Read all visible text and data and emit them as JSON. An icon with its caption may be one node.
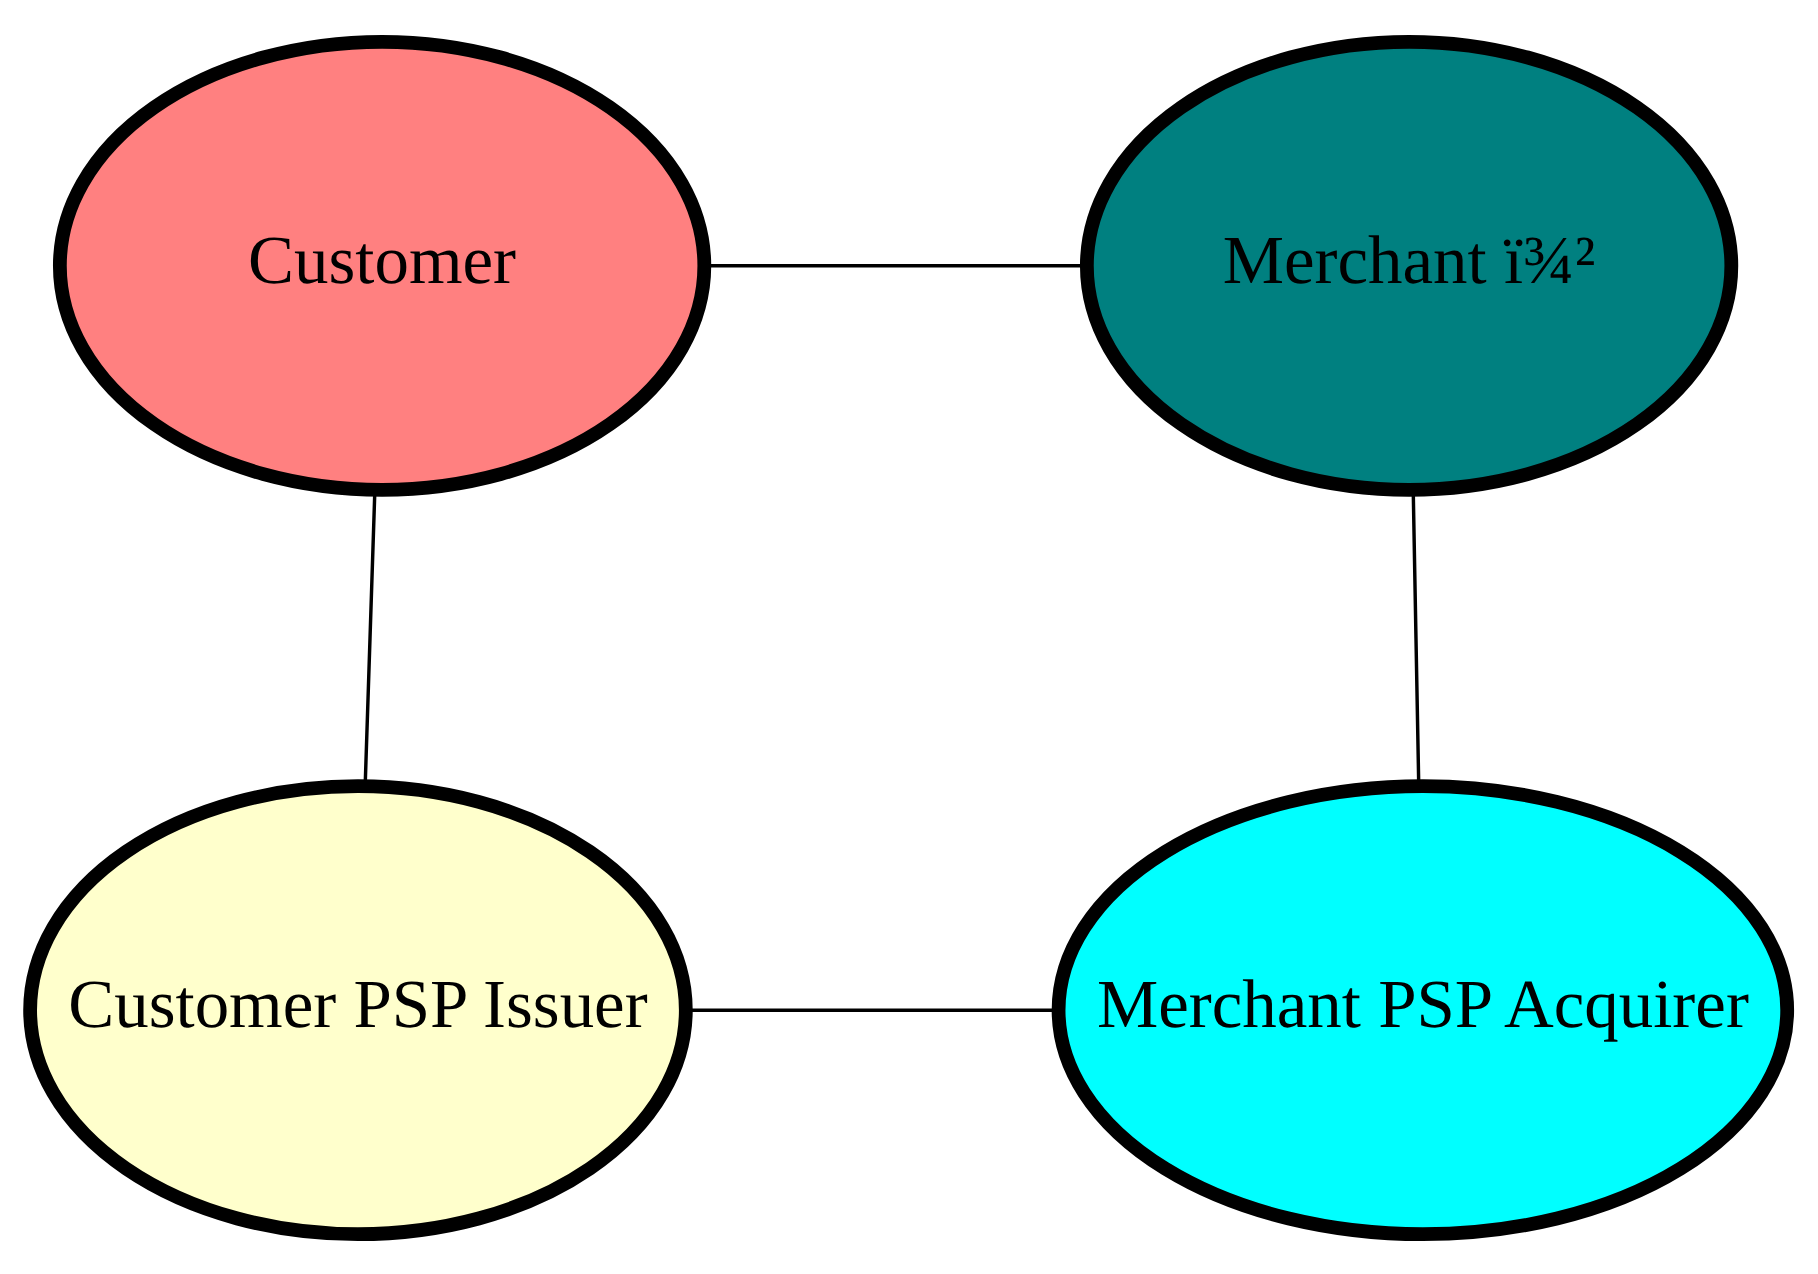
{
  "diagram": {
    "nodes": [
      {
        "text": [
          "Customer"
        ]
      },
      {
        "text": [
          "Merchant ï¾²"
        ]
      },
      {
        "text": [
          "Customer PSP Issuer"
        ]
      },
      {
        "text": [
          "Merchant PSP Acquirer"
        ]
      }
    ],
    "edges": [
      {
        "from": 0,
        "to": 1,
        "arrow": "none"
      },
      {
        "from": 0,
        "to": 2,
        "arrow": "none"
      },
      {
        "from": 1,
        "to": 3,
        "arrow": "none"
      },
      {
        "from": 2,
        "to": 3,
        "arrow": "none"
      }
    ]
  }
}
